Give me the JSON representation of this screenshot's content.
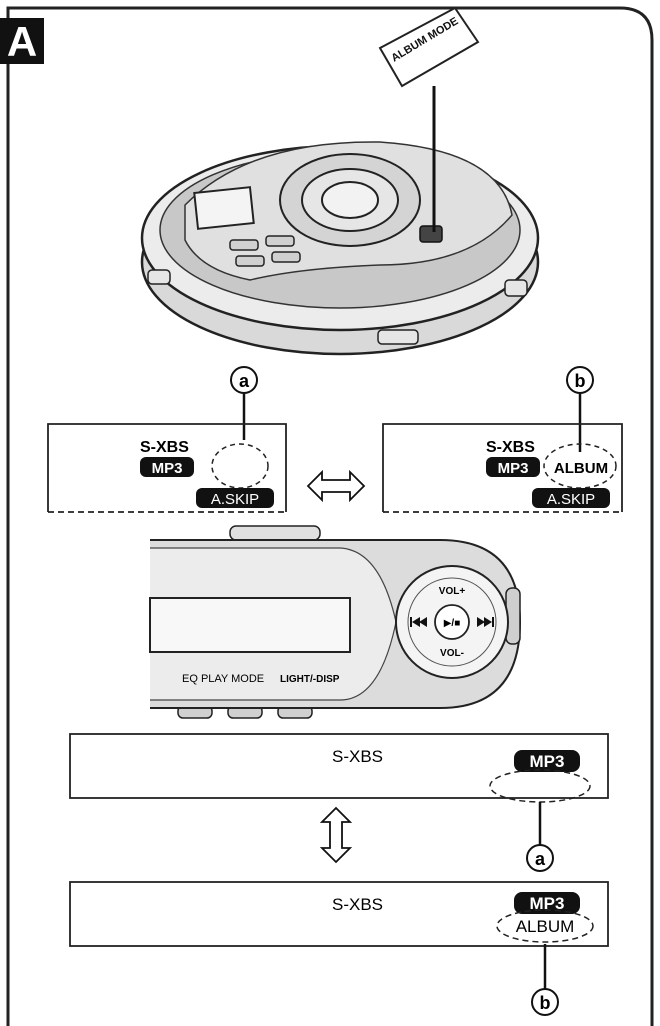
{
  "panel_label": "A",
  "album_mode_label": "ALBUM MODE",
  "callouts": {
    "a": "a",
    "b": "b"
  },
  "top_displays": {
    "left": {
      "sxbs": "S-XBS",
      "mp3": "MP3",
      "askip": "A.SKIP"
    },
    "right": {
      "sxbs": "S-XBS",
      "mp3": "MP3",
      "album": "ALBUM",
      "askip": "A.SKIP"
    }
  },
  "remote": {
    "eq_label": "EQ PLAY MODE",
    "light_label": "LIGHT/-DISP",
    "vol_plus": "VOL+",
    "vol_minus": "VOL-",
    "play_label": "▶/■"
  },
  "remote_displays": {
    "upper": {
      "sxbs": "S-XBS",
      "mp3": "MP3"
    },
    "lower": {
      "sxbs": "S-XBS",
      "mp3": "MP3",
      "album": "ALBUM"
    }
  },
  "colors": {
    "ink": "#111111",
    "panel_bg": "#ffffff",
    "device_gray": "#bdbdbd"
  }
}
